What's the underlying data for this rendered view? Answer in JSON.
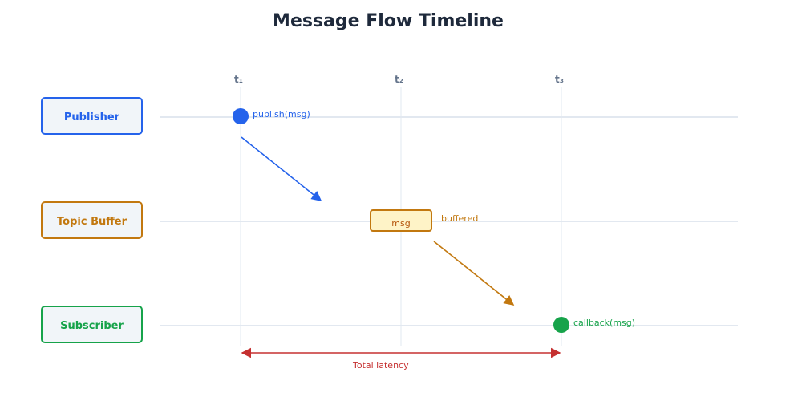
{
  "title": "Message Flow Timeline",
  "colors": {
    "publisher": "#2563eb",
    "topic": "#c2780f",
    "subscriber": "#16a34a",
    "latency": "#c53030",
    "grid": "#e2e8f0"
  },
  "lanes": [
    {
      "label": "Publisher"
    },
    {
      "label": "Topic Buffer"
    },
    {
      "label": "Subscriber"
    }
  ],
  "time_ticks": [
    "t₁",
    "t₂",
    "t₃"
  ],
  "events": {
    "publish": "publish(msg)",
    "message_box": "msg",
    "buffered": "buffered",
    "callback": "callback(msg)"
  },
  "latency_label": "Total latency"
}
